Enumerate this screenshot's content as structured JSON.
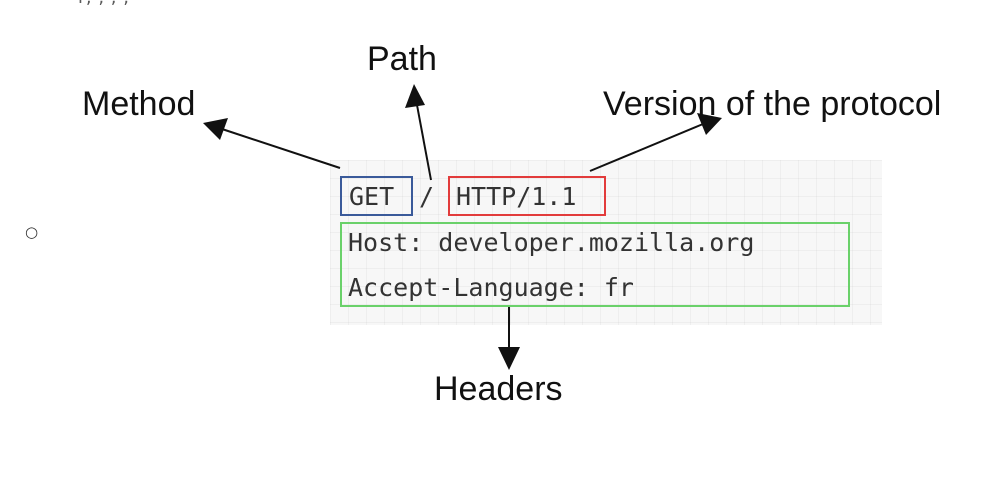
{
  "top_fragment": "r, , , ,",
  "bullet": "○",
  "labels": {
    "path": "Path",
    "method": "Method",
    "version": "Version of the protocol",
    "headers": "Headers"
  },
  "request": {
    "method": "GET",
    "separator": "/",
    "version": "HTTP/1.1",
    "header_lines": [
      "Host: developer.mozilla.org",
      "Accept-Language: fr"
    ]
  },
  "colors": {
    "method_box": "#3a5a9a",
    "version_box": "#e23b3b",
    "headers_box": "#6ad16a"
  }
}
